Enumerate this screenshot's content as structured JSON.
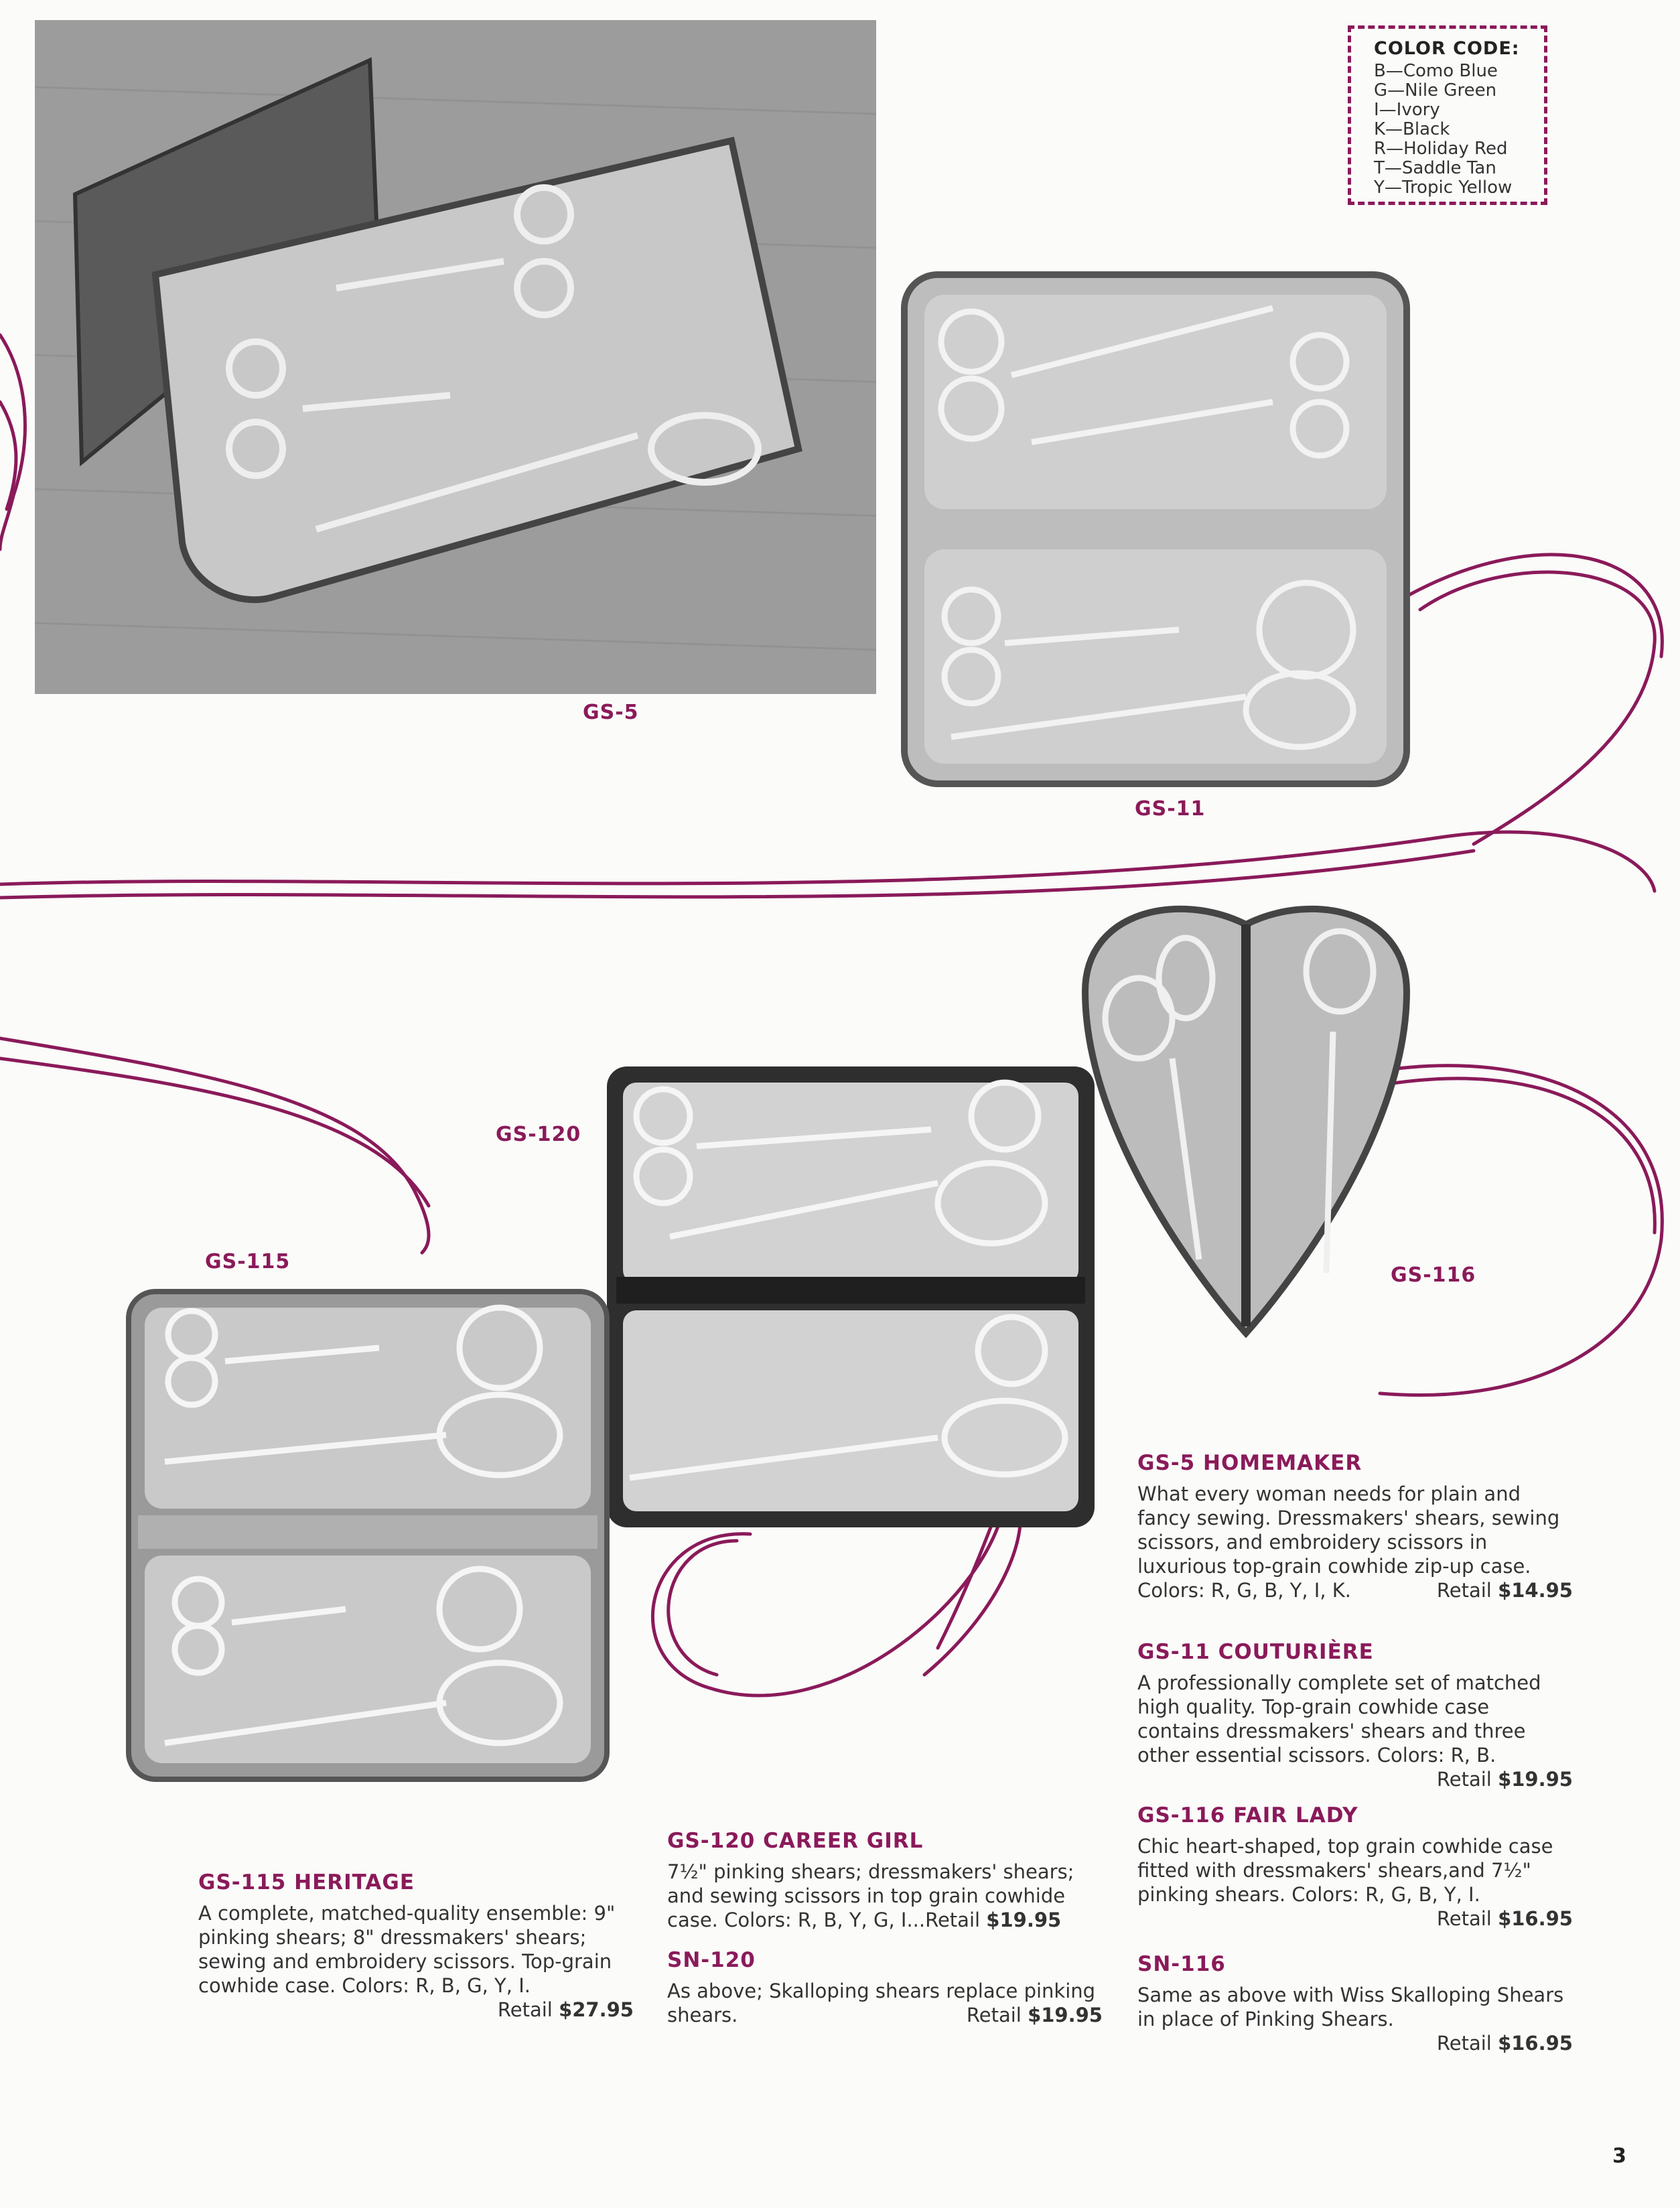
{
  "color_code": {
    "title": "COLOR CODE:",
    "items": [
      "B—Como Blue",
      "G—Nile Green",
      "I—Ivory",
      "K—Black",
      "R—Holiday Red",
      "T—Saddle Tan",
      "Y—Tropic Yellow"
    ]
  },
  "photo_labels": {
    "gs5": "GS-5",
    "gs11": "GS-11",
    "gs120": "GS-120",
    "gs115": "GS-115",
    "gs116": "GS-116"
  },
  "products": {
    "gs5": {
      "heading": "GS-5 HOMEMAKER",
      "body": "What every woman needs for plain and fancy sewing. Dressmakers' shears, sewing scissors, and embroidery scissors in luxurious top-grain cowhide zip-up case.",
      "colors": "Colors: R, G, B, Y, I, K.",
      "retail_label": "Retail",
      "price": "$14.95"
    },
    "gs11": {
      "heading": "GS-11 COUTURIÈRE",
      "body": "A professionally complete set of matched high quality. Top-grain cowhide case contains dressmakers' shears and three other essential scissors. Colors: R, B.",
      "retail_label": "Retail",
      "price": "$19.95"
    },
    "gs116": {
      "heading": "GS-116 FAIR LADY",
      "body": "Chic heart-shaped, top grain cowhide case fitted with dressmakers' shears,and 7½\" pinking shears. Colors: R, G, B, Y, I.",
      "retail_label": "Retail",
      "price": "$16.95"
    },
    "sn116": {
      "heading": "SN-116",
      "body": "Same as above with Wiss Skalloping Shears in place of Pinking Shears.",
      "retail_label": "Retail",
      "price": "$16.95"
    },
    "gs120": {
      "heading": "GS-120 CAREER GIRL",
      "body": "7½\" pinking shears; dressmakers' shears; and sewing scissors in top grain cowhide case. Colors: R, B, Y, G, I...",
      "retail_label": "Retail",
      "price": "$19.95"
    },
    "sn120": {
      "heading": "SN-120",
      "body": "As above; Skalloping shears replace pinking shears.",
      "retail_label": "Retail",
      "price": "$19.95"
    },
    "gs115": {
      "heading": "GS-115 HERITAGE",
      "body": "A complete, matched-quality ensemble: 9\" pinking shears; 8\" dressmakers' shears; sewing and embroidery scissors. Top-grain cowhide case. Colors: R, B, G, Y, I.",
      "retail_label": "Retail",
      "price": "$27.95"
    }
  },
  "page_number": "3",
  "colors": {
    "accent": "#8a1a5a"
  }
}
